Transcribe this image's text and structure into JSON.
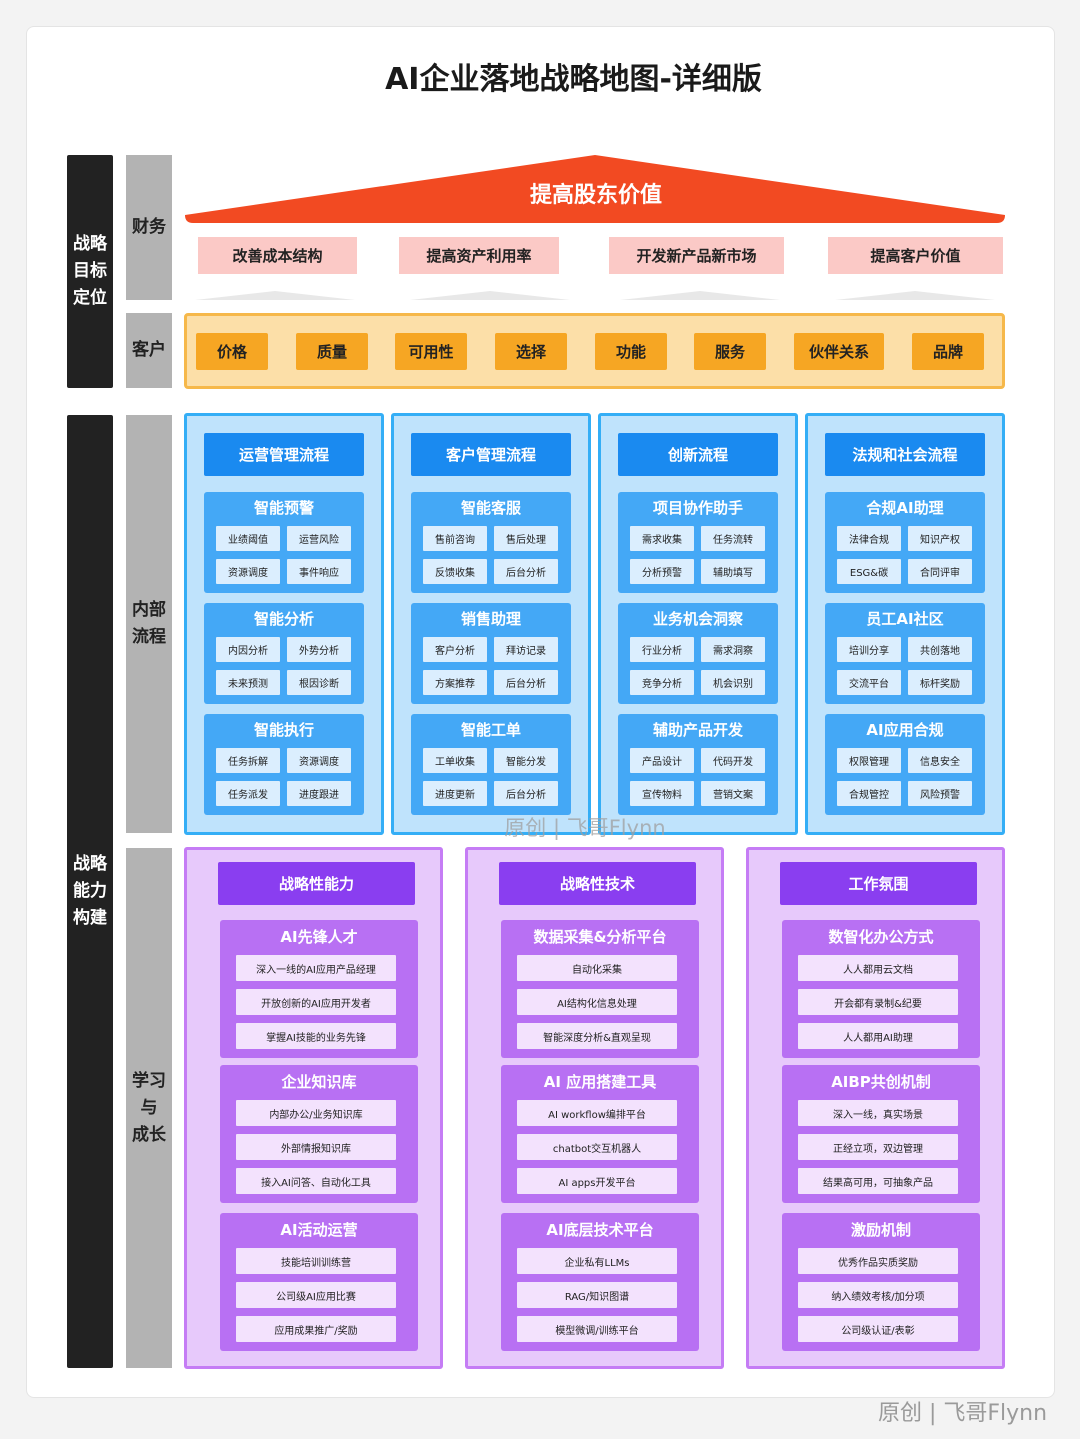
{
  "title": "AI企业落地战略地图-详细版",
  "left_labels": {
    "goal": "战略\n目标\n定位",
    "ability": "战略\n能力\n构建"
  },
  "side_labels": {
    "finance": "财务",
    "customer": "客户",
    "process": "内部\n流程",
    "learning": "学习\n与\n成长"
  },
  "finance": {
    "roof": "提高股东价值",
    "items": [
      "改善成本结构",
      "提高资产利用率",
      "开发新产品新市场",
      "提高客户价值"
    ]
  },
  "customer": {
    "items": [
      "价格",
      "质量",
      "可用性",
      "选择",
      "功能",
      "服务",
      "伙伴关系",
      "品牌"
    ]
  },
  "process": {
    "columns": [
      {
        "head": "运营管理流程",
        "groups": [
          {
            "title": "智能预警",
            "items": [
              "业绩阈值",
              "运营风险",
              "资源调度",
              "事件响应"
            ]
          },
          {
            "title": "智能分析",
            "items": [
              "内因分析",
              "外势分析",
              "未来预测",
              "根因诊断"
            ]
          },
          {
            "title": "智能执行",
            "items": [
              "任务拆解",
              "资源调度",
              "任务派发",
              "进度跟进"
            ]
          }
        ]
      },
      {
        "head": "客户管理流程",
        "groups": [
          {
            "title": "智能客服",
            "items": [
              "售前咨询",
              "售后处理",
              "反馈收集",
              "后台分析"
            ]
          },
          {
            "title": "销售助理",
            "items": [
              "客户分析",
              "拜访记录",
              "方案推荐",
              "后台分析"
            ]
          },
          {
            "title": "智能工单",
            "items": [
              "工单收集",
              "智能分发",
              "进度更新",
              "后台分析"
            ]
          }
        ]
      },
      {
        "head": "创新流程",
        "groups": [
          {
            "title": "项目协作助手",
            "items": [
              "需求收集",
              "任务流转",
              "分析预警",
              "辅助填写"
            ]
          },
          {
            "title": "业务机会洞察",
            "items": [
              "行业分析",
              "需求洞察",
              "竞争分析",
              "机会识别"
            ]
          },
          {
            "title": "辅助产品开发",
            "items": [
              "产品设计",
              "代码开发",
              "宣传物料",
              "营销文案"
            ]
          }
        ]
      },
      {
        "head": "法规和社会流程",
        "groups": [
          {
            "title": "合规AI助理",
            "items": [
              "法律合规",
              "知识产权",
              "ESG&碳",
              "合同评审"
            ]
          },
          {
            "title": "员工AI社区",
            "items": [
              "培训分享",
              "共创落地",
              "交流平台",
              "标杆奖励"
            ]
          },
          {
            "title": "AI应用合规",
            "items": [
              "权限管理",
              "信息安全",
              "合规管控",
              "风险预警"
            ]
          }
        ]
      }
    ]
  },
  "learning": {
    "columns": [
      {
        "head": "战略性能力",
        "groups": [
          {
            "title": "AI先锋人才",
            "items": [
              "深入一线的AI应用产品经理",
              "开放创新的AI应用开发者",
              "掌握AI技能的业务先锋"
            ]
          },
          {
            "title": "企业知识库",
            "items": [
              "内部办公/业务知识库",
              "外部情报知识库",
              "接入AI问答、自动化工具"
            ]
          },
          {
            "title": "AI活动运营",
            "items": [
              "技能培训训练营",
              "公司级AI应用比赛",
              "应用成果推广/奖励"
            ]
          }
        ]
      },
      {
        "head": "战略性技术",
        "groups": [
          {
            "title": "数据采集&分析平台",
            "items": [
              "自动化采集",
              "AI结构化信息处理",
              "智能深度分析&直观呈现"
            ]
          },
          {
            "title": "AI 应用搭建工具",
            "items": [
              "AI workflow编排平台",
              "chatbot交互机器人",
              "AI apps开发平台"
            ]
          },
          {
            "title": "AI底层技术平台",
            "items": [
              "企业私有LLMs",
              "RAG/知识图谱",
              "模型微调/训练平台"
            ]
          }
        ]
      },
      {
        "head": "工作氛围",
        "groups": [
          {
            "title": "数智化办公方式",
            "items": [
              "人人都用云文档",
              "开会都有录制&纪要",
              "人人都用AI助理"
            ]
          },
          {
            "title": "AIBP共创机制",
            "items": [
              "深入一线，真实场景",
              "正经立项，双边管理",
              "结果高可用，可抽象产品"
            ]
          },
          {
            "title": "激励机制",
            "items": [
              "优秀作品实质奖励",
              "纳入绩效考核/加分项",
              "公司级认证/表彰"
            ]
          }
        ]
      }
    ]
  },
  "watermark": {
    "center": "原创 | 飞哥Flynn",
    "corner": "原创 | 飞哥Flynn"
  },
  "colors": {
    "roof": "#f24a22",
    "finance_item": "#fbc9c6",
    "customer_item": "#f6a623",
    "process_head": "#1a8af0",
    "learning_head": "#8a3ef0"
  }
}
